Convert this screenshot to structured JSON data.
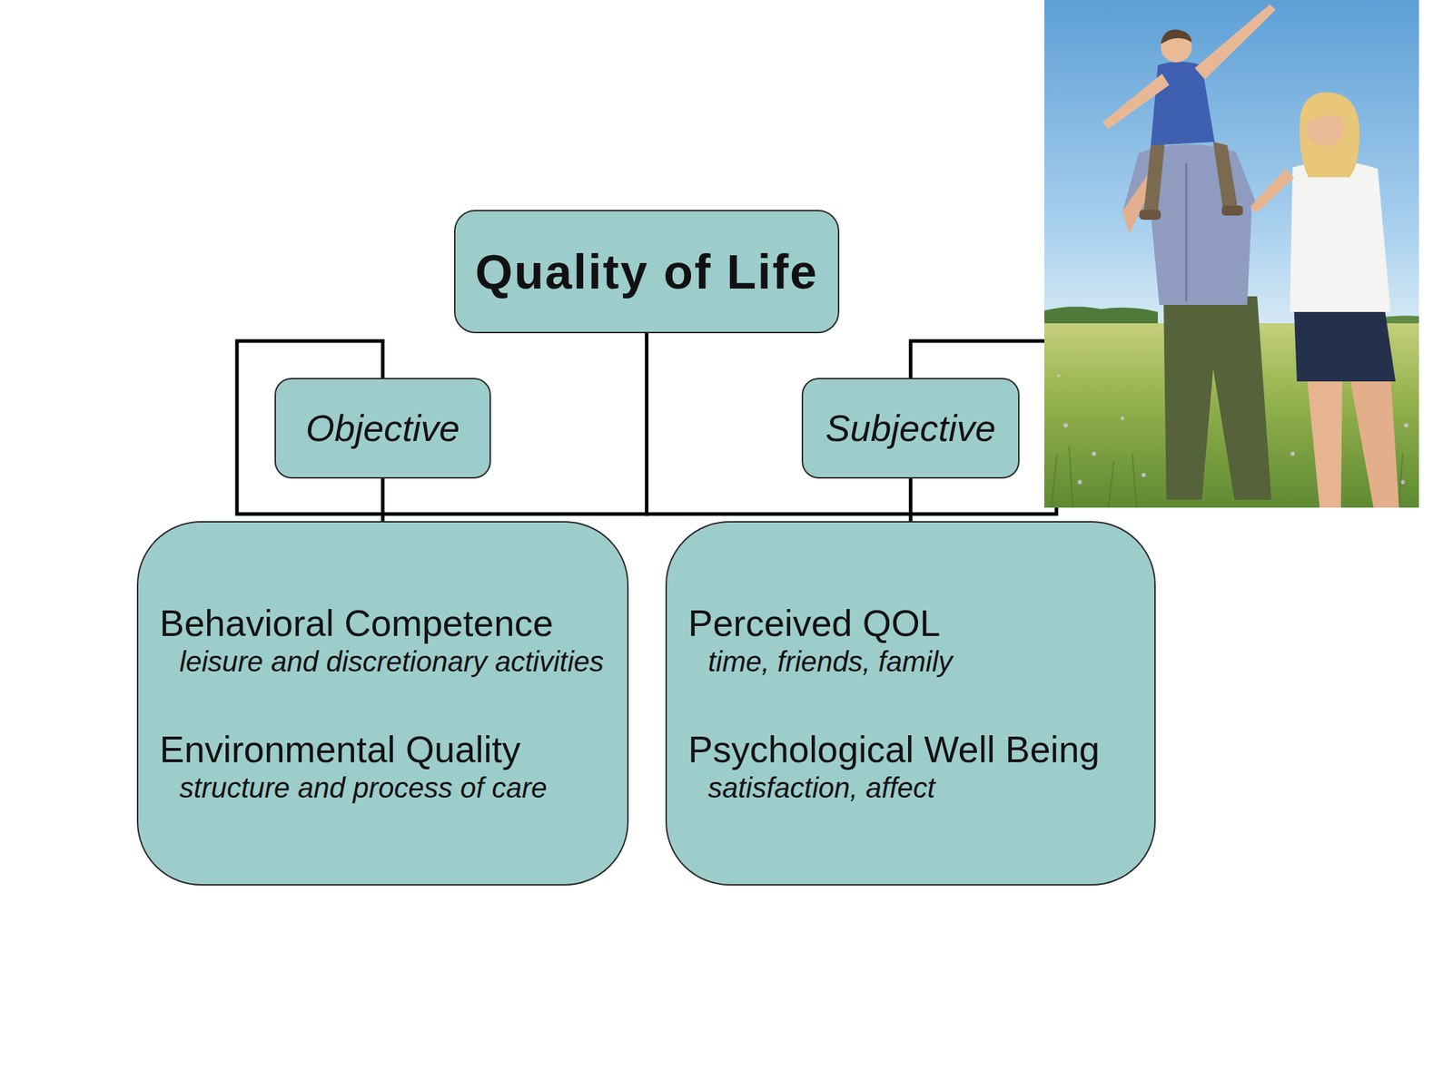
{
  "diagram": {
    "nodes": [
      {
        "text": [
          "Quality of Life"
        ]
      },
      {
        "text": [
          "Objective"
        ]
      },
      {
        "text": [
          "Subjective"
        ]
      },
      {
        "text": [
          "Behavioral Competence",
          "leisure and discretionary activities",
          "Environmental Quality",
          "structure and process of care"
        ]
      },
      {
        "text": [
          "Perceived QOL",
          "time, friends, family",
          "Psychological Well Being",
          "satisfaction, affect"
        ]
      }
    ],
    "edges": [
      {
        "from": 0,
        "to": 1,
        "arrow": "none"
      },
      {
        "from": 0,
        "to": 2,
        "arrow": "none"
      },
      {
        "from": 1,
        "to": 3,
        "arrow": "none"
      },
      {
        "from": 2,
        "to": 4,
        "arrow": "none"
      }
    ]
  }
}
